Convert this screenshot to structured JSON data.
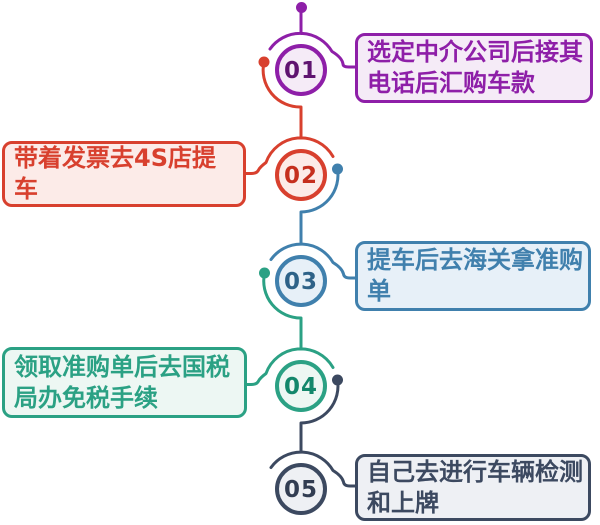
{
  "diagram": {
    "type": "vertical-timeline-flowchart",
    "topic": "car purchase process steps",
    "background": "#ffffff"
  },
  "steps": [
    {
      "num": "01",
      "label": "选定中介公司后接其电话后汇购车款",
      "side": "right",
      "color": "#8e1fa8",
      "num_color": "#5f1470",
      "bg": "#f5ebf7"
    },
    {
      "num": "02",
      "label": "带着发票去4S店提车",
      "side": "left",
      "color": "#d8402e",
      "num_color": "#c52f1e",
      "bg": "#fcebe8"
    },
    {
      "num": "03",
      "label": "提车后去海关拿准购单",
      "side": "right",
      "color": "#4080ad",
      "num_color": "#2e6288",
      "bg": "#e7f0f8"
    },
    {
      "num": "04",
      "label": "领取准购单后去国税局办免税手续",
      "side": "left",
      "color": "#2ba184",
      "num_color": "#13876b",
      "bg": "#edf7f3"
    },
    {
      "num": "05",
      "label": "自己去进行车辆检测和上牌",
      "side": "right",
      "color": "#3c4960",
      "num_color": "#323d52",
      "bg": "#eef0f4"
    }
  ]
}
